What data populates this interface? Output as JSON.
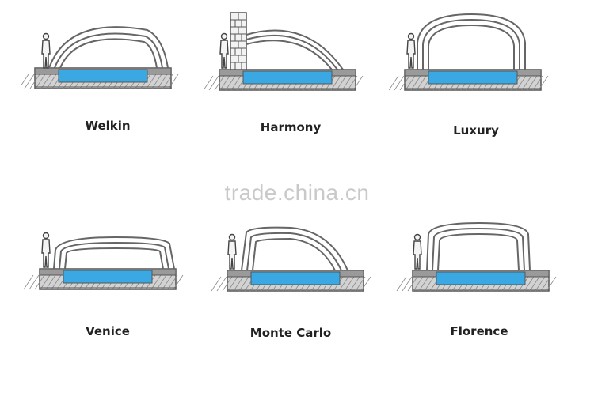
{
  "watermark": "trade.china.cn",
  "colors": {
    "water": "#3aa9e3",
    "deck": "#d2d2d2",
    "coping": "#9a9a9a",
    "outline": "#555555",
    "hatch": "#8a8a8a"
  },
  "enclosures": [
    {
      "name": "Welkin",
      "roof_icon": "low-round-arch-icon"
    },
    {
      "name": "Harmony",
      "roof_icon": "wall-mounted-lean-to-arch-icon"
    },
    {
      "name": "Luxury",
      "roof_icon": "high-round-arch-icon"
    },
    {
      "name": "Venice",
      "roof_icon": "low-flat-top-enclosure-icon"
    },
    {
      "name": "Monte Carlo",
      "roof_icon": "asymmetric-sweeping-arch-icon"
    },
    {
      "name": "Florence",
      "roof_icon": "tall-flat-top-enclosure-icon"
    }
  ]
}
